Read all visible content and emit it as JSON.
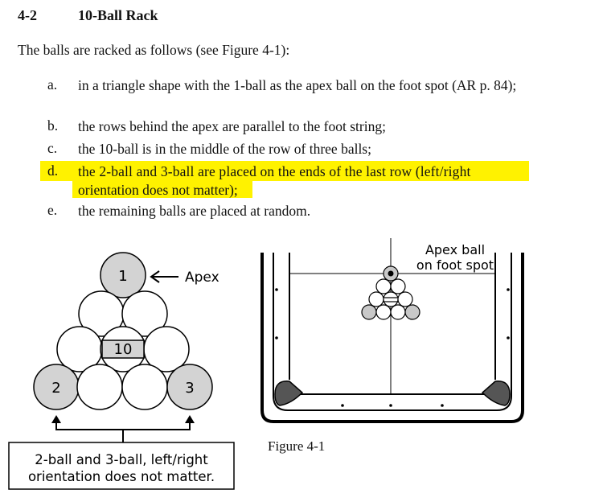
{
  "section": {
    "number": "4-2",
    "title": "10-Ball Rack"
  },
  "intro": "The balls are racked as follows (see Figure 4-1):",
  "items": [
    {
      "label": "a.",
      "text": "in a triangle shape with the 1-ball as the apex ball on the foot spot (AR p. 84);",
      "highlighted": false
    },
    {
      "label": "b.",
      "text": "the rows behind the apex are parallel to the foot string;",
      "highlighted": false
    },
    {
      "label": "c.",
      "text": "the 10-ball is in the middle of the row of three balls;",
      "highlighted": false
    },
    {
      "label": "d.",
      "text_line1": "the 2-ball and 3-ball are placed on the ends of the last row (left/right",
      "text_line2": "orientation does not matter);",
      "highlighted": true
    },
    {
      "label": "e.",
      "text": "the remaining balls are placed at random.",
      "highlighted": false
    }
  ],
  "rack_diagram": {
    "apex_ball": "1",
    "apex_label": "Apex",
    "middle_ball": "10",
    "left_corner_ball": "2",
    "right_corner_ball": "3",
    "note_line1": "2-ball and 3-ball, left/right",
    "note_line2": "orientation does not matter."
  },
  "table_diagram": {
    "callout_line1": "Apex ball",
    "callout_line2": "on foot spot"
  },
  "figure_caption": "Figure 4-1",
  "colors": {
    "highlight": "#fff200",
    "gray_ball": "#d3d3d3",
    "line": "#000000"
  }
}
